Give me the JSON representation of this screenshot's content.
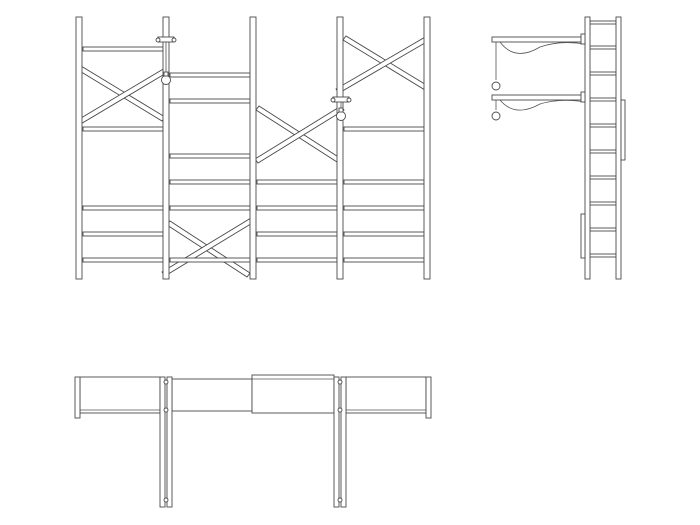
{
  "drawing": {
    "kind": "shelving system technical drawing",
    "views": [
      "front-elevation",
      "side-elevation",
      "plan-view"
    ],
    "colors": {
      "background": "#ffffff",
      "line": "#4a4a4a"
    },
    "front_elevation": {
      "uprights": 5,
      "shelf_bays": 4,
      "cross_braces": 4,
      "lamps": 2
    },
    "side_elevation": {
      "ladder_rungs": 10,
      "lamp_arms": 2,
      "lamps": 2
    },
    "plan_view": {
      "shelf_spans": 4,
      "legs": 2
    }
  }
}
